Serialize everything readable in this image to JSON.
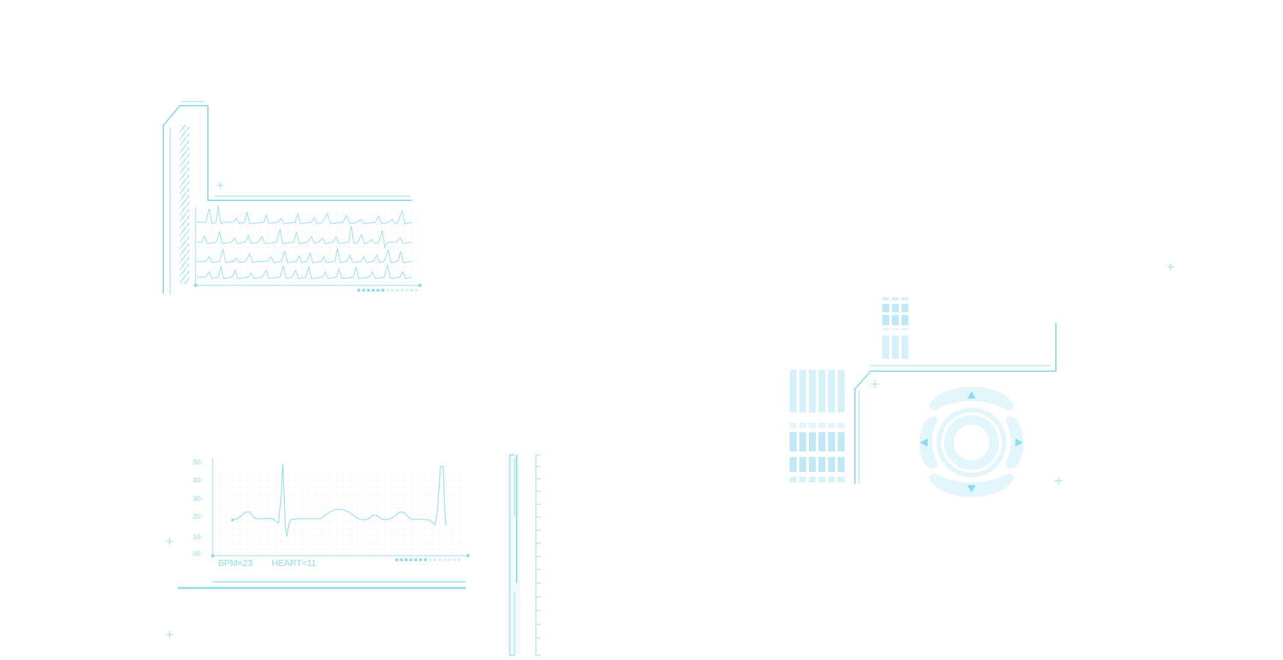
{
  "bpm_chart": {
    "type": "line",
    "y_ticks": [
      "50-",
      "40-",
      "30-",
      "20-",
      "10-",
      "00"
    ],
    "ylim": [
      0,
      50
    ]
  },
  "readouts": {
    "bpm": "BPM=23",
    "heart": "HEART=11"
  },
  "dpad": {
    "up": "up-arrow-icon",
    "down": "down-arrow-icon",
    "left": "left-arrow-icon",
    "right": "right-arrow-icon"
  },
  "theme": {
    "line": "#8fdcf2",
    "line_strong": "#7fd3ee",
    "fill_light": "#e3f6fc",
    "fill_mid": "#bfe9f7"
  }
}
